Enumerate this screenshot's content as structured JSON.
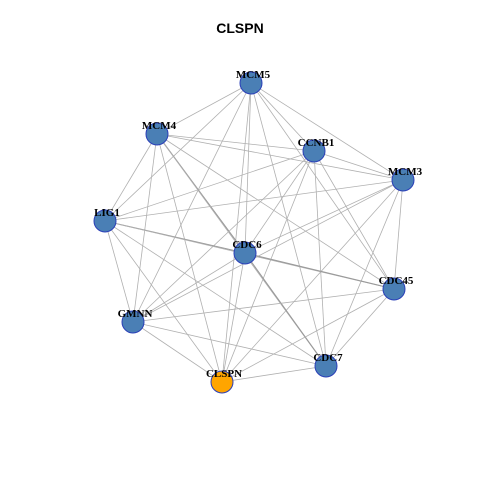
{
  "title": "CLSPN",
  "colors": {
    "node_default": "#4a7fb5",
    "node_highlight": "#ffa500",
    "node_border": "#2a3fb8",
    "edge": "#b0b0b0"
  },
  "nodes": [
    {
      "id": "MCM5",
      "label": "MCM5"
    },
    {
      "id": "MCM4",
      "label": "MCM4"
    },
    {
      "id": "CCNB1",
      "label": "CCNB1"
    },
    {
      "id": "MCM3",
      "label": "MCM3"
    },
    {
      "id": "LIG1",
      "label": "LIG1"
    },
    {
      "id": "CDC6",
      "label": "CDC6"
    },
    {
      "id": "CDC45",
      "label": "CDC45"
    },
    {
      "id": "GMNN",
      "label": "GMNN"
    },
    {
      "id": "CDC7",
      "label": "CDC7"
    },
    {
      "id": "CLSPN",
      "label": "CLSPN",
      "highlight": true
    }
  ],
  "edges": [
    [
      "MCM5",
      "MCM4"
    ],
    [
      "MCM5",
      "CCNB1"
    ],
    [
      "MCM5",
      "MCM3"
    ],
    [
      "MCM5",
      "LIG1"
    ],
    [
      "MCM5",
      "CDC6"
    ],
    [
      "MCM5",
      "CDC45"
    ],
    [
      "MCM5",
      "GMNN"
    ],
    [
      "MCM5",
      "CDC7"
    ],
    [
      "MCM5",
      "CLSPN"
    ],
    [
      "MCM4",
      "CCNB1"
    ],
    [
      "MCM4",
      "MCM3"
    ],
    [
      "MCM4",
      "LIG1"
    ],
    [
      "MCM4",
      "CDC6"
    ],
    [
      "MCM4",
      "CDC45"
    ],
    [
      "MCM4",
      "GMNN"
    ],
    [
      "MCM4",
      "CDC7"
    ],
    [
      "MCM4",
      "CLSPN"
    ],
    [
      "CCNB1",
      "MCM3"
    ],
    [
      "CCNB1",
      "LIG1"
    ],
    [
      "CCNB1",
      "CDC6"
    ],
    [
      "CCNB1",
      "CDC45"
    ],
    [
      "CCNB1",
      "GMNN"
    ],
    [
      "CCNB1",
      "CDC7"
    ],
    [
      "CCNB1",
      "CLSPN"
    ],
    [
      "MCM3",
      "LIG1"
    ],
    [
      "MCM3",
      "CDC6"
    ],
    [
      "MCM3",
      "CDC45"
    ],
    [
      "MCM3",
      "GMNN"
    ],
    [
      "MCM3",
      "CDC7"
    ],
    [
      "MCM3",
      "CLSPN"
    ],
    [
      "LIG1",
      "CDC6"
    ],
    [
      "LIG1",
      "CDC45"
    ],
    [
      "LIG1",
      "GMNN"
    ],
    [
      "LIG1",
      "CDC7"
    ],
    [
      "LIG1",
      "CLSPN"
    ],
    [
      "CDC6",
      "CDC45"
    ],
    [
      "CDC6",
      "GMNN"
    ],
    [
      "CDC6",
      "CDC7"
    ],
    [
      "CDC6",
      "CLSPN"
    ],
    [
      "CDC45",
      "GMNN"
    ],
    [
      "CDC45",
      "CDC7"
    ],
    [
      "CDC45",
      "CLSPN"
    ],
    [
      "GMNN",
      "CDC7"
    ],
    [
      "GMNN",
      "CLSPN"
    ],
    [
      "CDC7",
      "CLSPN"
    ]
  ]
}
